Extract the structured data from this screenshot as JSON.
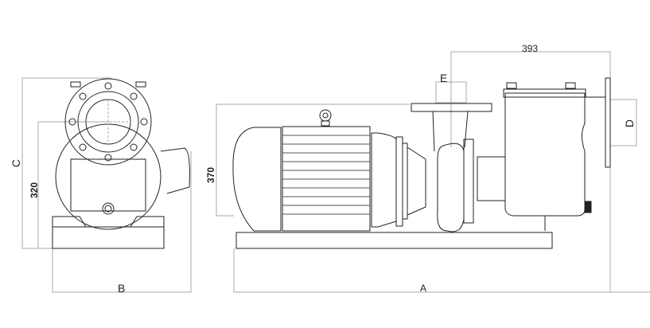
{
  "diagram": {
    "title": "Pump dimension drawing",
    "views": [
      "front-view",
      "side-view"
    ],
    "dimensions": {
      "A": "A",
      "B": "B",
      "C": "C",
      "D": "D",
      "E": "E",
      "h320": "320",
      "h370": "370",
      "w393": "393"
    },
    "colors": {
      "line": "#222222",
      "dim_line": "#aaaaaa",
      "background": "#ffffff"
    }
  }
}
